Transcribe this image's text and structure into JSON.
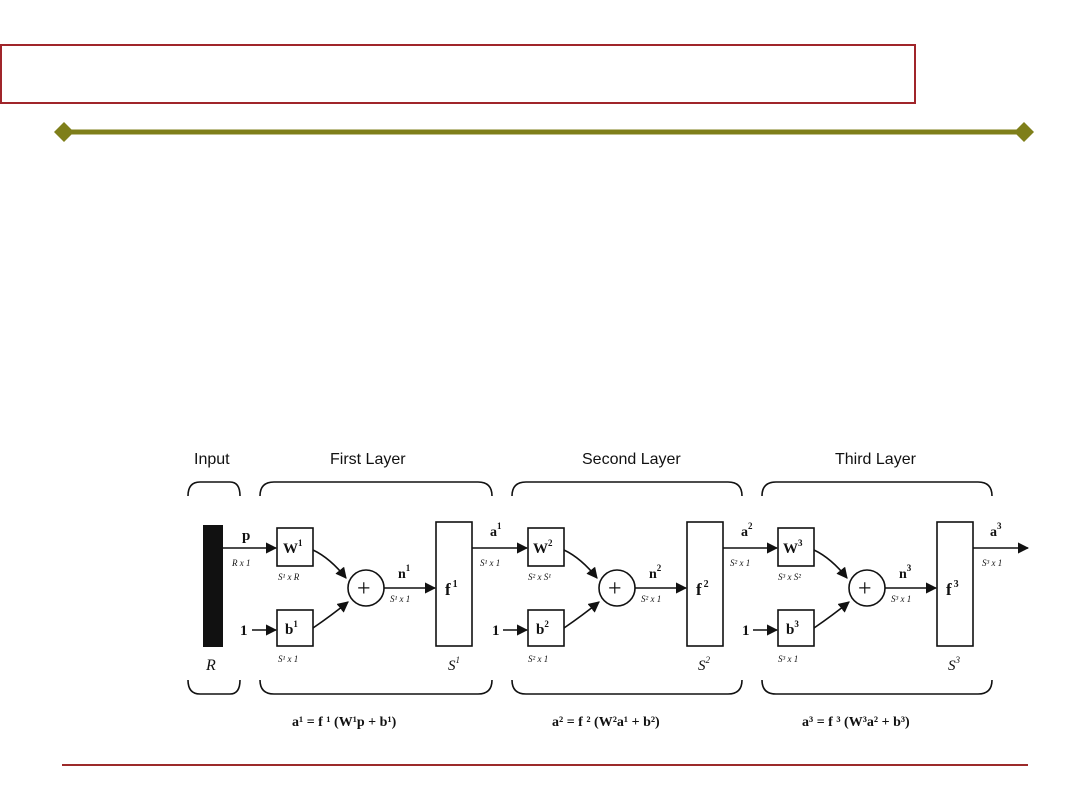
{
  "colors": {
    "title_border": "#a0252a",
    "rule_olive": "#7f7f1a",
    "bottom_rule": "#9c2a2a"
  },
  "title": "",
  "diagram": {
    "group_labels": {
      "input": "Input",
      "layer1": "First Layer",
      "layer2": "Second Layer",
      "layer3": "Third Layer"
    },
    "input": {
      "size_label": "R",
      "vector": "p",
      "vector_dim": "R x 1"
    },
    "layer1": {
      "weight": "W",
      "weight_sup": "1",
      "weight_dim": "S¹ x R",
      "bias": "b",
      "bias_sup": "1",
      "bias_dim": "S¹ x 1",
      "bias_input": "1",
      "net": "n",
      "net_sup": "1",
      "net_dim": "S¹ x 1",
      "transfer": "f",
      "transfer_sup": "1",
      "size": "S",
      "size_sup": "1",
      "output": "a",
      "output_sup": "1",
      "output_dim": "S¹ x 1",
      "equation": "a¹ = f ¹ (W¹p + b¹)"
    },
    "layer2": {
      "weight": "W",
      "weight_sup": "2",
      "weight_dim": "S² x S¹",
      "bias": "b",
      "bias_sup": "2",
      "bias_dim": "S² x 1",
      "bias_input": "1",
      "net": "n",
      "net_sup": "2",
      "net_dim": "S² x 1",
      "transfer": "f",
      "transfer_sup": "2",
      "size": "S",
      "size_sup": "2",
      "output": "a",
      "output_sup": "2",
      "output_dim": "S² x 1",
      "equation": "a² = f ² (W²a¹ + b²)"
    },
    "layer3": {
      "weight": "W",
      "weight_sup": "3",
      "weight_dim": "S³ x S²",
      "bias": "b",
      "bias_sup": "3",
      "bias_dim": "S³ x 1",
      "bias_input": "1",
      "net": "n",
      "net_sup": "3",
      "net_dim": "S³ x 1",
      "transfer": "f",
      "transfer_sup": "3",
      "size": "S",
      "size_sup": "3",
      "output": "a",
      "output_sup": "3",
      "output_dim": "S³ x 1",
      "equation": "a³ = f ³ (W³a² + b³)"
    },
    "summer_symbol": "+"
  }
}
